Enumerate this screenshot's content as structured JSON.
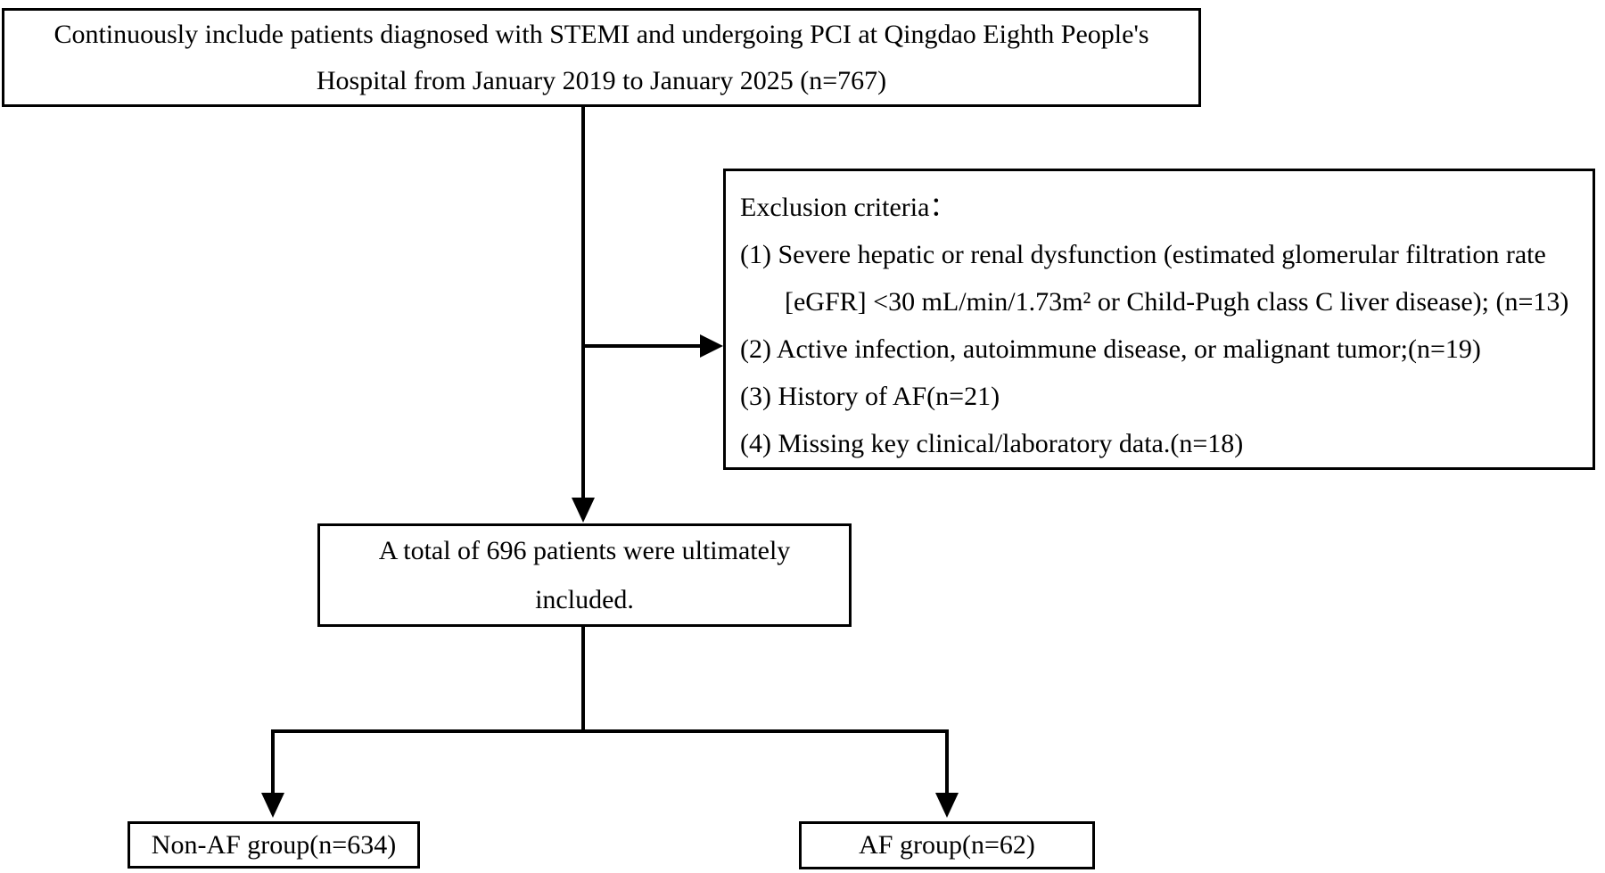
{
  "flowchart": {
    "top_box": {
      "line1": "Continuously include patients diagnosed with STEMI and undergoing PCI at Qingdao Eighth People's",
      "line2": "Hospital from January 2019 to January 2025 (n=767)"
    },
    "exclusion_box": {
      "title": "Exclusion criteria：",
      "items": [
        {
          "text": "(1) Severe hepatic or renal dysfunction (estimated glomerular filtration rate"
        },
        {
          "text": "[eGFR] <30 mL/min/1.73m² or Child-Pugh class C liver disease); (n=13)"
        },
        {
          "text": "(2) Active infection, autoimmune disease, or malignant tumor;(n=19)"
        },
        {
          "text": "(3) History of AF(n=21)"
        },
        {
          "text": "(4) Missing key clinical/laboratory data.(n=18)"
        }
      ]
    },
    "included_box": {
      "line1": "A total of 696 patients were ultimately",
      "line2": "included."
    },
    "nonaf_box": {
      "label": "Non-AF group(n=634)"
    },
    "af_box": {
      "label": "AF group(n=62)"
    },
    "counts": {
      "initial": 767,
      "excluded_hepatic_renal": 13,
      "excluded_infection_tumor": 19,
      "excluded_history_af": 21,
      "excluded_missing_data": 18,
      "included": 696,
      "non_af": 634,
      "af": 62
    },
    "colors": {
      "line": "#000000",
      "text": "#000000",
      "background": "#ffffff"
    }
  }
}
